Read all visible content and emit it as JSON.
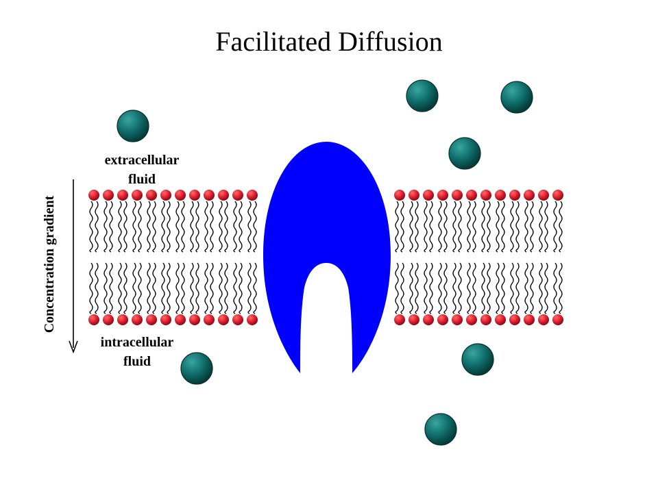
{
  "title": "Facilitated Diffusion",
  "labels": {
    "extracellular_line1": "extracellular",
    "extracellular_line2": "fluid",
    "intracellular_line1": "intracellular",
    "intracellular_line2": "fluid",
    "gradient": "Concentration gradient"
  },
  "colors": {
    "protein": "#0000ff",
    "phospholipid_head": "#dd1c2c",
    "molecule": "#0f6e6b",
    "lipid_tail": "#000000"
  },
  "icons": {
    "molecule": "molecule-circle-icon",
    "gradient_arrow": "arrow-down-icon"
  }
}
